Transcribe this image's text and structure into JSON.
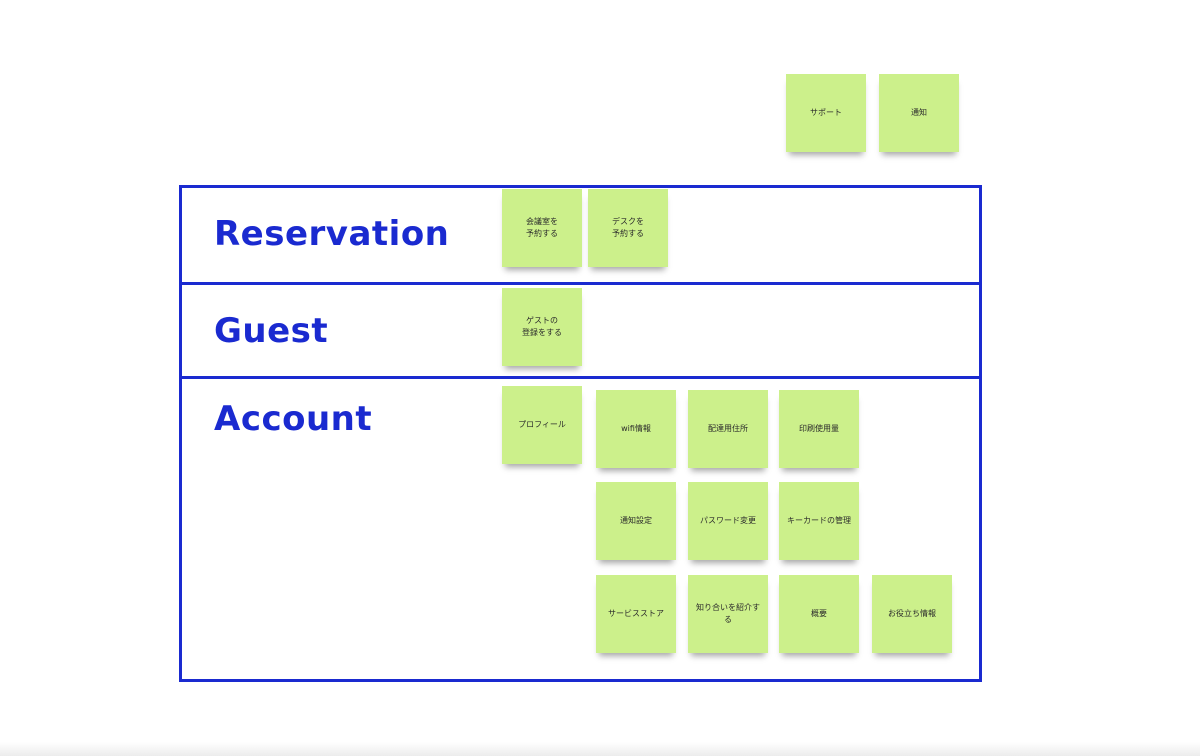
{
  "sections": [
    {
      "key": "reservation",
      "label": "Reservation"
    },
    {
      "key": "guest",
      "label": "Guest"
    },
    {
      "key": "account",
      "label": "Account"
    }
  ],
  "floating_notes": [
    "サポート",
    "通知"
  ],
  "reservation_notes": [
    "会議室を\n予約する",
    "デスクを\n予約する"
  ],
  "guest_notes": [
    "ゲストの\n登録をする"
  ],
  "account_notes": [
    "プロフィール",
    "wifi情報",
    "配達用住所",
    "印刷使用量",
    "通知設定",
    "パスワード変更",
    "キーカードの管理",
    "サービスストア",
    "知り合いを紹介す\nる",
    "概要",
    "お役立ち情報"
  ],
  "colors": {
    "frame": "#1a2ad0",
    "note": "#ccf08b",
    "text": "#2b2b2b"
  }
}
